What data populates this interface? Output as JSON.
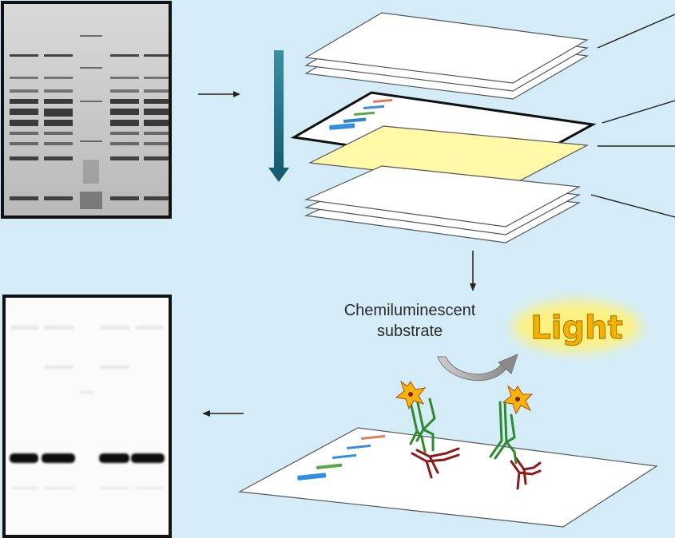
{
  "substrate": {
    "line1": "Chemiluminescent",
    "line2": "substrate"
  },
  "light_label": "Light",
  "colors": {
    "background": "#d3ecf8",
    "down_arrow": "#1f6e82",
    "filter_paper": "#fff9a8",
    "antibody_primary": "#2f8a2f",
    "antibody_secondary": "#8b1a1a",
    "enzyme_star": "#f5b50a",
    "light_glow": "#fff27a",
    "light_text": "#f0b400"
  }
}
